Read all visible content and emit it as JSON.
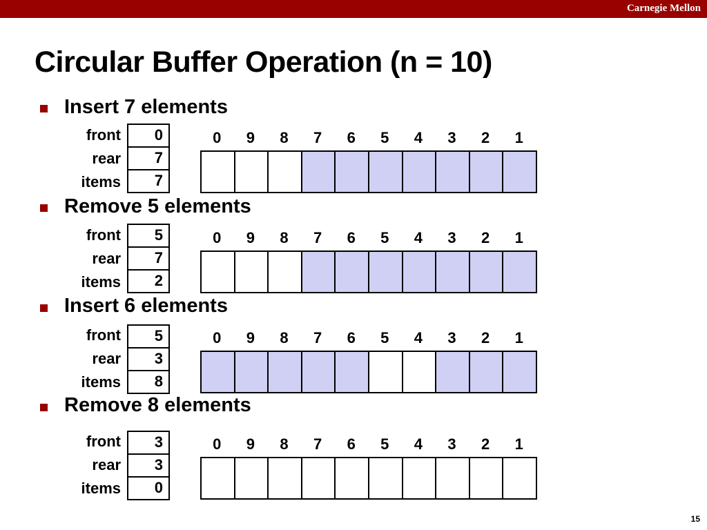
{
  "header": {
    "brand": "Carnegie Mellon"
  },
  "title": "Circular Buffer Operation (n = 10)",
  "labels": {
    "front": "front",
    "rear": "rear",
    "items": "items"
  },
  "indices": [
    "0",
    "9",
    "8",
    "7",
    "6",
    "5",
    "4",
    "3",
    "2",
    "1"
  ],
  "colors": {
    "accent": "#990000",
    "filled_cell": "#d0d0f4",
    "empty_cell": "#ffffff"
  },
  "steps": [
    {
      "heading": "Insert 7 elements",
      "front": "0",
      "rear": "7",
      "items": "7",
      "filled": [
        false,
        false,
        false,
        true,
        true,
        true,
        true,
        true,
        true,
        true
      ]
    },
    {
      "heading": "Remove 5 elements",
      "front": "5",
      "rear": "7",
      "items": "2",
      "filled": [
        false,
        false,
        false,
        true,
        true,
        true,
        true,
        true,
        true,
        true
      ]
    },
    {
      "heading": "Insert 6 elements",
      "front": "5",
      "rear": "3",
      "items": "8",
      "filled": [
        true,
        true,
        true,
        true,
        true,
        false,
        false,
        true,
        true,
        true
      ]
    },
    {
      "heading": "Remove 8 elements",
      "front": "3",
      "rear": "3",
      "items": "0",
      "filled": [
        false,
        false,
        false,
        false,
        false,
        false,
        false,
        false,
        false,
        false
      ]
    }
  ],
  "page_number": "15"
}
